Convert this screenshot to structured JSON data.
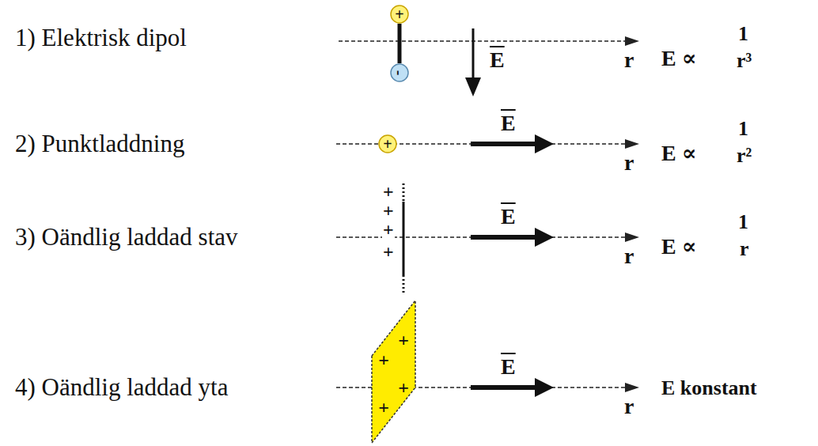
{
  "diagram": {
    "nodes": [
      {
        "text": [
          "+"
        ]
      },
      {
        "text": [
          "-"
        ]
      },
      {
        "text": [
          "+"
        ]
      },
      {
        "text": [
          "+",
          "+",
          "+",
          "+"
        ]
      }
    ],
    "edges": [
      {
        "from": 0,
        "to": 1,
        "arrow": "none"
      }
    ],
    "labels": [
      "1) Elektrisk dipol",
      "E",
      "r",
      "E ∝",
      "1",
      "r³",
      "2) Punktladdning",
      "E",
      "r",
      "E ∝",
      "1",
      "r²",
      "3) Oändlig laddad stav",
      "+",
      "+",
      "+",
      "+",
      "E",
      "r",
      "E ∝",
      "1",
      "r",
      "4) Oändlig laddad yta",
      "E",
      "r",
      "E konstant"
    ]
  }
}
